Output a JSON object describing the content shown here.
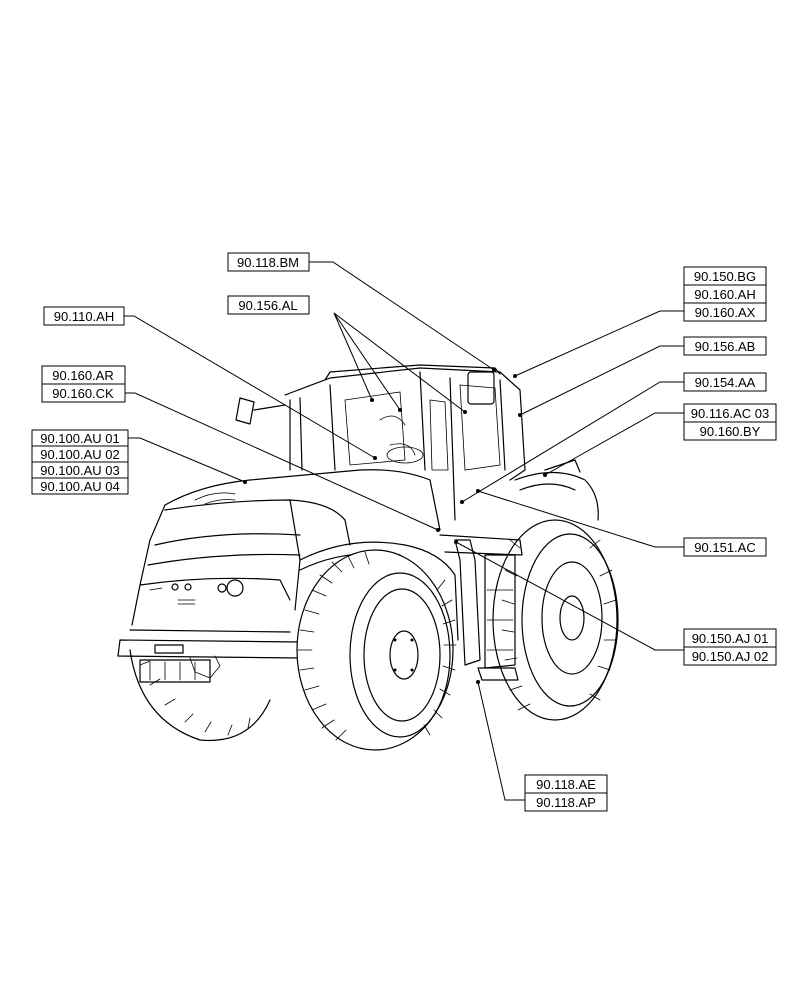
{
  "labels": {
    "bm": "90.118.BM",
    "al": "90.156.AL",
    "ah110": "90.110.AH",
    "ar": "90.160.AR",
    "ck": "90.160.CK",
    "au01": "90.100.AU 01",
    "au02": "90.100.AU 02",
    "au03": "90.100.AU 03",
    "au04": "90.100.AU 04",
    "bg": "90.150.BG",
    "ah160": "90.160.AH",
    "ax": "90.160.AX",
    "ab": "90.156.AB",
    "aa": "90.154.AA",
    "ac03": "90.116.AC 03",
    "by": "90.160.BY",
    "ac151": "90.151.AC",
    "aj01": "90.150.AJ 01",
    "aj02": "90.150.AJ 02",
    "ae": "90.118.AE",
    "ap": "90.118.AP"
  }
}
